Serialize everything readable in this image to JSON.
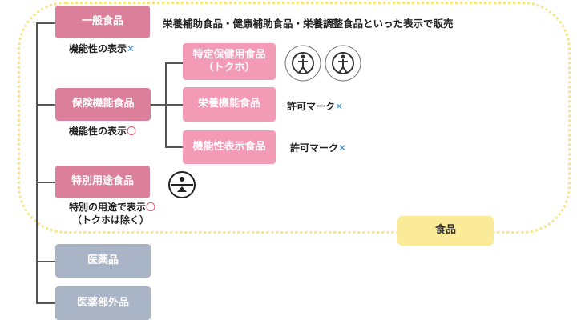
{
  "frame_color": "#f7e38a",
  "colors": {
    "dark_pink": "#dc7f9a",
    "light_pink": "#f39ab6",
    "gray": "#a9b5c6",
    "yellow": "#fbeb99",
    "x_mark": "#3d8fd2",
    "o_mark": "#e2445f"
  },
  "nodes": {
    "general_food": "一般食品",
    "health_food": "保険機能食品",
    "special_use_food": "特別用途食品",
    "drug": "医薬品",
    "quasi_drug": "医薬部外品",
    "tokuho_line1": "特定保健用食品",
    "tokuho_line2": "（トクホ）",
    "nutrient_food": "栄養機能食品",
    "function_claim_food": "機能性表示食品",
    "food": "食品"
  },
  "notes": {
    "general_desc": "栄養補助食品・健康補助食品・栄養調整食品といった表示で販売",
    "general_function": "機能性の表示",
    "general_function_mark": "✕",
    "health_function": "機能性の表示",
    "health_function_mark": "〇",
    "nutrient_permit": "許可マーク",
    "nutrient_permit_mark": "✕",
    "function_permit": "許可マーク",
    "function_permit_mark": "✕",
    "special_use_line1": "特別の用途で表示",
    "special_use_mark": "〇",
    "special_use_line2": "（トクホは除く）"
  },
  "icons": [
    "tokuho-mark-icon",
    "tokuho-conditional-mark-icon",
    "special-use-mark-icon"
  ]
}
